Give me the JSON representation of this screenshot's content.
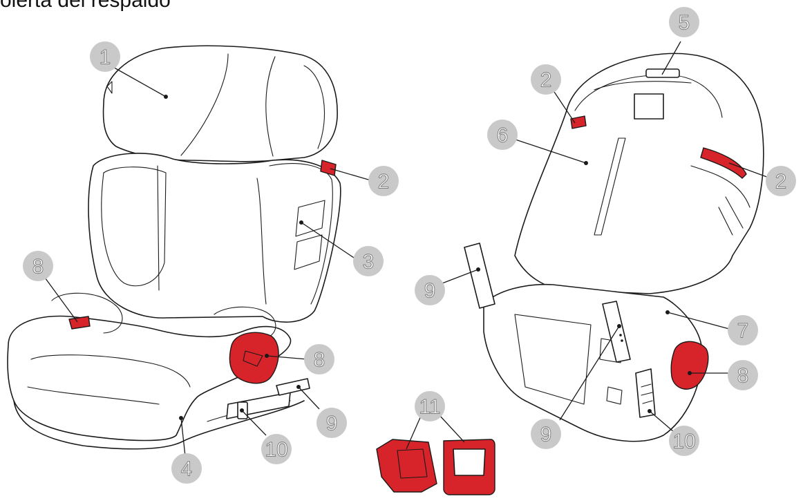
{
  "caption": "oierta del respaldo",
  "colors": {
    "accent": "#d6242a",
    "badge": "#c9c9c9",
    "line": "#1a1a1a"
  },
  "callouts": {
    "c1": "1",
    "c2a": "2",
    "c2b": "2",
    "c2c": "2",
    "c3": "3",
    "c4": "4",
    "c5": "5",
    "c6": "6",
    "c7": "7",
    "c8a": "8",
    "c8b": "8",
    "c8c": "8",
    "c9a": "9",
    "c9b": "9",
    "c9c": "9",
    "c10a": "10",
    "c10b": "10",
    "c11": "11"
  }
}
